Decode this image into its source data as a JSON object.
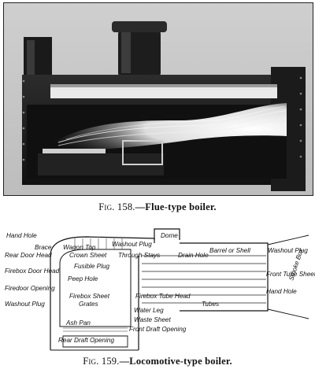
{
  "figure1": {
    "number": "Fig. 158.",
    "title": "—Flue-type boiler."
  },
  "figure2": {
    "number": "Fig. 159.",
    "title": "—Locomotive-type boiler.",
    "labels": {
      "hand_hole": "Hand Hole",
      "brace": "Brace",
      "wagon_top": "Wagon Top",
      "washout_plug_top": "Washout Plug",
      "dome": "Dome",
      "washout_plug_right": "Washout Plug",
      "rear_door_head": "Rear Door Head",
      "crown_sheet": "Crown Sheet",
      "through_stays": "Through Stays",
      "drain_hole": "Drain Hole",
      "barrel_or_shell": "Barrel or Shell",
      "fusible_plug": "Fusible Plug",
      "firebox_door_head": "Firebox Door Head",
      "peep_hole": "Peep Hole",
      "front_tube_sheet": "Front Tube Sheet",
      "hand_hole_right": "Hand Hole",
      "firedoor_opening": "Firedoor Opening",
      "firebox_sheet": "Firebox Sheet",
      "firebox_tube_head": "Firebox Tube Head",
      "tubes": "Tubes",
      "washout_plug_left": "Washout Plug",
      "grates": "Grates",
      "water_leg": "Water Leg",
      "waste_sheet": "Waste Sheet",
      "front_draft_opening": "Front Draft Opening",
      "ash_pan": "Ash Pan",
      "rear_draft_opening": "Rear Draft Opening",
      "smoke_box": "Smoke Box"
    }
  }
}
